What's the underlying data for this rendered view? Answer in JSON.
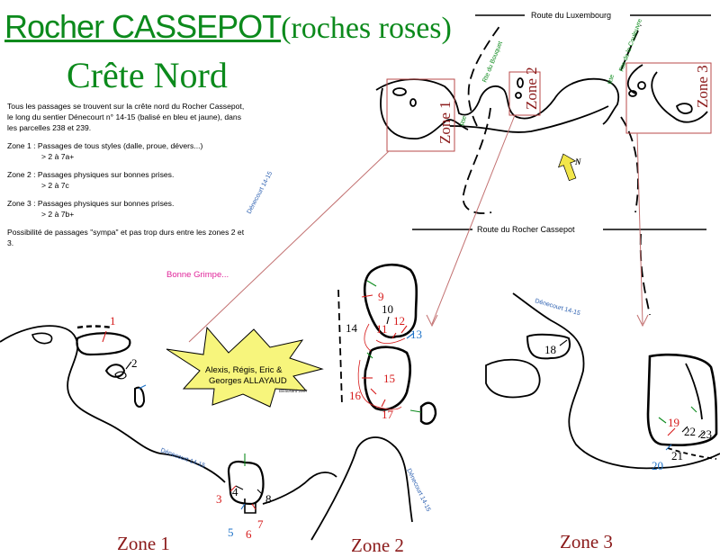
{
  "title": {
    "main": "Rocher CASSEPOT",
    "sub": "(roches roses)"
  },
  "subtitle": "Crête Nord",
  "info": {
    "intro": "Tous les passages se trouvent sur la crête nord du Rocher Cassepot, le long du sentier Dénecourt n° 14-15 (balisé en bleu et jaune), dans les parcelles 238 et 239.",
    "zone1": "Zone 1 : Passages de tous styles (dalle, proue, dévers...)",
    "zone1_grade": "> 2 à 7a+",
    "zone2": "Zone 2 : Passages physiques sur bonnes prises.",
    "zone2_grade": "> 2 à 7c",
    "zone3": "Zone 3 : Passages physiques sur bonnes prises.",
    "zone3_grade": "> 2 à 7b+",
    "note": "Possibilité de passages \"sympa\" et pas trop durs entre les zones 2 et 3."
  },
  "bonne_grimpe": "Bonne Grimpe...",
  "authors": {
    "line1": "Alexis, Régis, Eric &",
    "line2": "Georges ALLAYAUD",
    "copyright": "Bleausard 2007"
  },
  "roads": {
    "luxembourg": "Route du Luxembourg",
    "cassepot": "Route du Rocher Cassepot",
    "bouquet": "Rte du Bouquet",
    "couleuvre": "Rte de la Couleuvre",
    "denecourt": "Dénecourt 14-15",
    "denecourt_short": "Dénecourt 14-15",
    "small1": "Rte",
    "small2": "Rte"
  },
  "north": "N",
  "zones": {
    "map1": "Zone 1",
    "map2": "Zone 2",
    "map3": "Zone 3",
    "bottom1": "Zone 1",
    "bottom2": "Zone 2",
    "bottom3": "Zone 3"
  },
  "passages": {
    "z1": [
      "1",
      "2",
      "3",
      "4",
      "5",
      "6",
      "7",
      "8"
    ],
    "z2": [
      "9",
      "10",
      "11",
      "12",
      "13",
      "14",
      "15",
      "16",
      "17"
    ],
    "z3": [
      "18",
      "19",
      "20",
      "21",
      "22",
      "23"
    ]
  },
  "colors": {
    "title_green": "#0c8a1c",
    "zone_red": "#8b1a1a",
    "passage_red": "#d61a1a",
    "passage_blue": "#1e72c8",
    "star_fill": "#f7f57c",
    "north_arrow": "#f2e64a"
  }
}
